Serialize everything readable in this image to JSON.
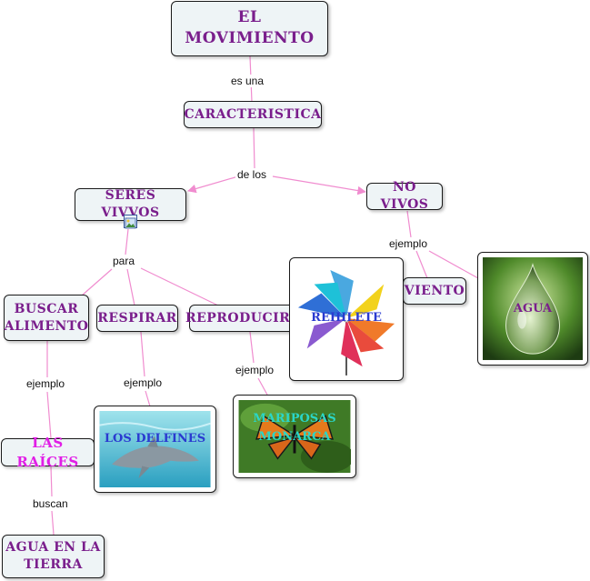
{
  "nodes": {
    "movimiento": "EL MOVIMIENTO",
    "caracteristica": "CARACTERISTICA",
    "seres_vivos": "SERES VIVVOS",
    "no_vivos": "NO VIVOS",
    "buscar_1": "BUSCAR",
    "buscar_2": "ALIMENTO",
    "respirar": "RESPIRAR",
    "reproducirse": "REPRODUCIRSE",
    "viento": "VIENTO",
    "las_raices": "LAS  RAÍCES",
    "agua_tierra_1": "AGUA EN LA",
    "agua_tierra_2": "TIERRA",
    "rehilete": "REHILETE",
    "agua": "AGUA",
    "delfines": "LOS DELFINES",
    "mariposas_1": "MARIPOSAS",
    "mariposas_2": "MONARCA"
  },
  "links": {
    "es_una": "es una",
    "de_los": "de los",
    "para": "para",
    "ejemplo_novivos": "ejemplo",
    "ejemplo_buscar": "ejemplo",
    "ejemplo_respirar": "ejemplo",
    "ejemplo_reproducirse": "ejemplo",
    "buscan": "buscan"
  },
  "colors": {
    "node_text": "#7a1e8c",
    "link_line": "#f08ccf",
    "node_fill": "#eef4f6",
    "raices_text": "#e11ee6"
  },
  "icons": {
    "attachment": "image-attachment-icon"
  }
}
